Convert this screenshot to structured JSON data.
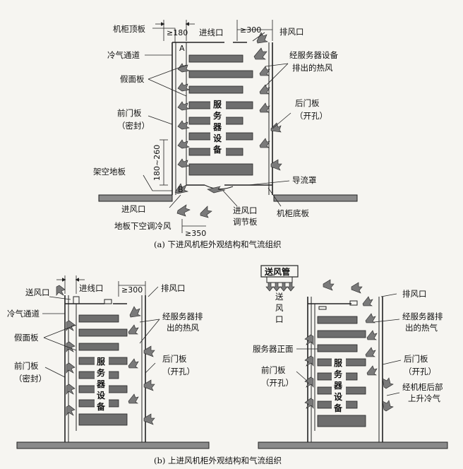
{
  "diagram_a": {
    "caption": "(a) 下进风机柜外观结构和气流组织",
    "labels": {
      "cabinet_top": "机柜顶板",
      "cable_inlet": "进线口",
      "exhaust": "排风口",
      "cold_channel": "冷气通道",
      "blank_panel": "假面板",
      "front_door": "前门板",
      "front_door_note": "（密封）",
      "raised_floor": "架空地板",
      "air_inlet": "进风口",
      "underfloor_cold": "地板下空调冷风",
      "inlet_adjust_1": "进风口",
      "inlet_adjust_2": "调节板",
      "cabinet_base": "机柜底板",
      "deflector": "导流罩",
      "hot_air_1": "经服务器设备",
      "hot_air_2": "排出的热风",
      "rear_door": "后门板",
      "rear_door_note": "（开孔）",
      "point_a": "A",
      "point_b": "B",
      "server_chars": [
        "服",
        "务",
        "器",
        "设",
        "备"
      ]
    },
    "dims": {
      "top_left": "≥180",
      "top_right": "≥300",
      "side": "180~260",
      "bottom": "≥350"
    }
  },
  "diagram_b": {
    "caption": "(b) 上进风机柜外观结构和气流组织",
    "left": {
      "supply_inlet": "送风口",
      "cable_inlet": "进线口",
      "exhaust": "排风口",
      "cold_channel": "冷气通道",
      "blank_panel": "假面板",
      "front_door": "前门板",
      "front_door_note": "（密封）",
      "hot_air_1": "经服务器排",
      "hot_air_2": "出的热风",
      "rear_door": "后门板",
      "rear_door_note": "（开孔）",
      "dim_right": "≥300",
      "server_chars": [
        "服",
        "务",
        "器",
        "设",
        "备"
      ]
    },
    "right": {
      "supply_duct": "送风管",
      "supply_chars": [
        "送",
        "风",
        "口"
      ],
      "exhaust": "排风口",
      "server_front": "服务器正面",
      "front_door": "前门板",
      "front_door_note": "（开孔）",
      "hot_air_1": "经服务器排",
      "hot_air_2": "出的热气",
      "rear_door": "后门板",
      "rear_door_note": "（开孔）",
      "rise_1": "经机柜后部",
      "rise_2": "上升冷气",
      "server_chars": [
        "服",
        "务",
        "器",
        "设",
        "备"
      ]
    }
  },
  "colors": {
    "server": "#6e6e6e",
    "arrow": "#7a7a7a",
    "floor": "#8a8a8a",
    "line": "#222222",
    "background": "#f6f5f1"
  }
}
